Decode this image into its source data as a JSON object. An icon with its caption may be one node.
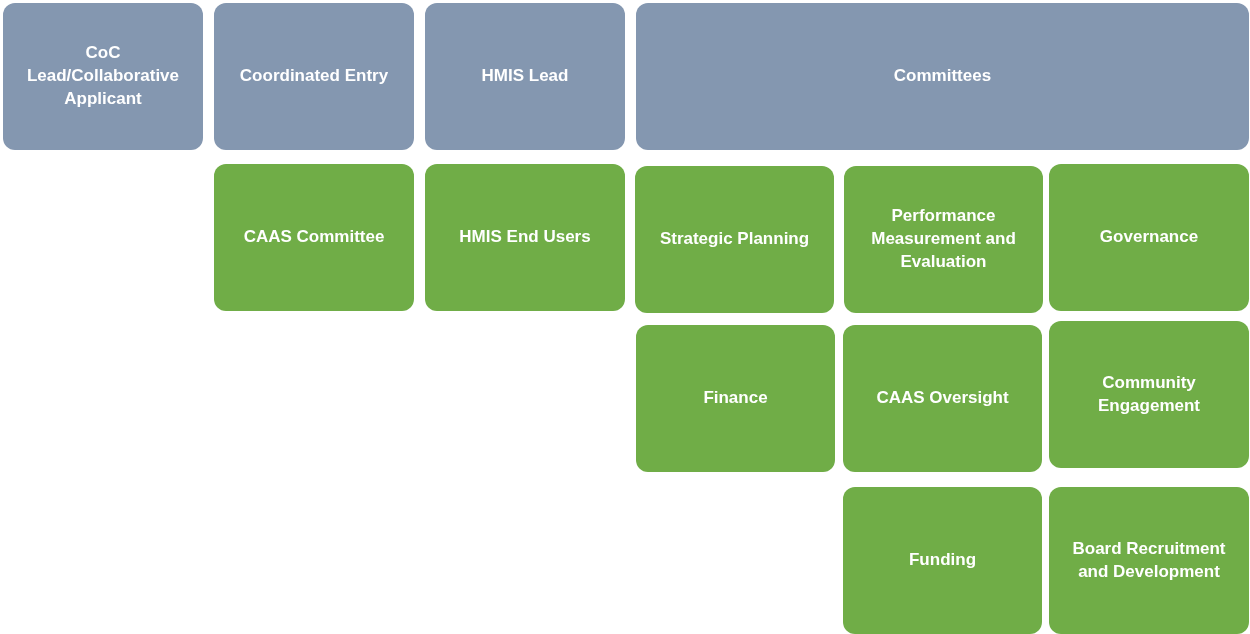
{
  "diagram": {
    "nodes": [
      {
        "text": [
          "CoC Lead/Collaborative Applicant"
        ]
      },
      {
        "text": [
          "Coordinated Entry"
        ]
      },
      {
        "text": [
          "HMIS Lead"
        ]
      },
      {
        "text": [
          "Committees"
        ]
      },
      {
        "text": [
          "CAAS Committee"
        ]
      },
      {
        "text": [
          "HMIS End Users"
        ]
      },
      {
        "text": [
          "Strategic Planning"
        ]
      },
      {
        "text": [
          "Performance Measurement and Evaluation"
        ]
      },
      {
        "text": [
          "Governance"
        ]
      },
      {
        "text": [
          "Finance"
        ]
      },
      {
        "text": [
          "CAAS Oversight"
        ]
      },
      {
        "text": [
          "Community Engagement"
        ]
      },
      {
        "text": [
          "Funding"
        ]
      },
      {
        "text": [
          "Board Recruitment and Development"
        ]
      }
    ]
  }
}
